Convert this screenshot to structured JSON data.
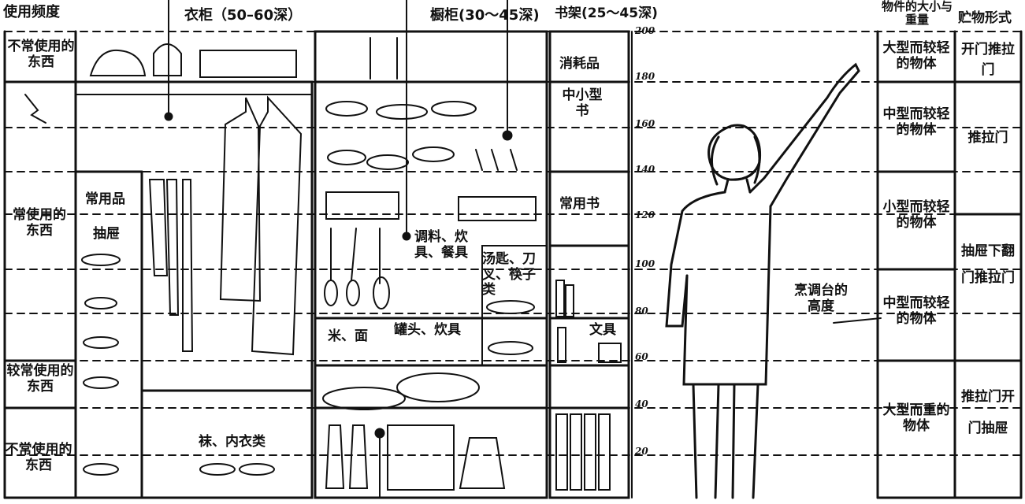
{
  "headers": {
    "frequency": "使用频度",
    "wardrobe": "衣柜（50–60深）",
    "cupboard": "橱柜(30～45深)",
    "bookshelf": "书架(25～45深)",
    "item_size": "物件的大小与重量",
    "storage_form": "贮物形式"
  },
  "frequency_labels": {
    "rare_top": "不常使用的东西",
    "common": "常使用的东西",
    "fairly_common": "较常使用的东西",
    "rare_bottom": "不常使用的东西"
  },
  "wardrobe_labels": {
    "common_items": "常用品",
    "drawer": "抽屉",
    "socks_underwear": "袜、内衣类"
  },
  "cupboard_labels": {
    "seasoning": "调料、炊具、餐具",
    "cutlery": "汤匙、刀叉、筷子类",
    "rice_flour": "米、面",
    "cans_cookware": "罐头、炊具"
  },
  "bookshelf_labels": {
    "consumables": "消耗品",
    "small_medium_books": "中小型书",
    "common_books": "常用书",
    "stationery": "文具"
  },
  "scale": [
    "200",
    "180",
    "160",
    "140",
    "120",
    "100",
    "80",
    "60",
    "40",
    "20"
  ],
  "counter_height": "烹调台的高度",
  "size_weight": {
    "large_light": "大型而较轻的物体",
    "medium_light_1": "中型而较轻的物体",
    "small_light": "小型而较轻的物体",
    "medium_light_2": "中型而较轻的物体",
    "large_heavy": "大型而重的物体"
  },
  "storage_forms": {
    "open_sliding": "开门推拉门",
    "sliding_1": "推拉门",
    "drawer_flap_sliding": "抽屉下翻门推拉门",
    "sliding_open_drawer": "推拉门开门抽屉"
  }
}
